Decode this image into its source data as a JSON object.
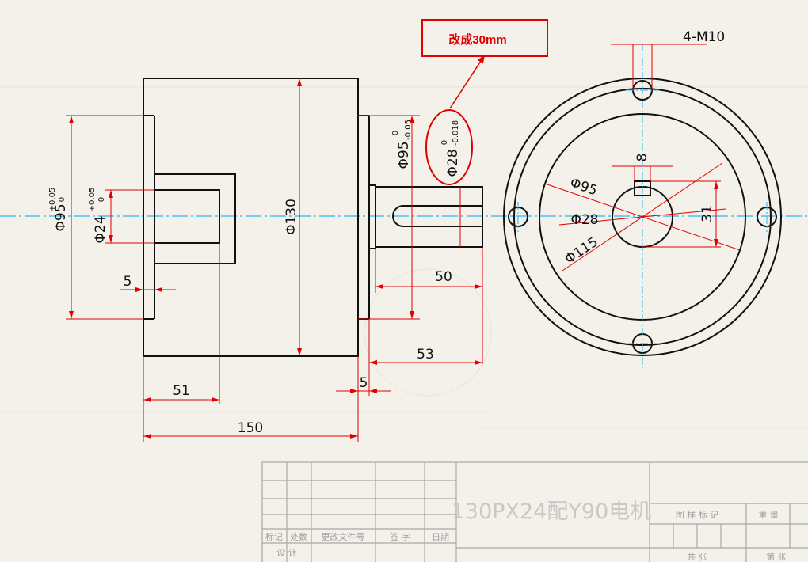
{
  "note": {
    "text": "改成30mm"
  },
  "dims": {
    "d95_left": "Φ95",
    "d95_left_tol_upper": "+0.05",
    "d95_left_tol_lower": "0",
    "d24": "Φ24",
    "d24_tol_upper": "+0.05",
    "d24_tol_lower": "0",
    "d130": "Φ130",
    "d95_right": "Φ95",
    "d95_right_tol_upper": "0",
    "d95_right_tol_lower": "-0.05",
    "d28_shaft": "Φ28",
    "d28_shaft_tol_upper": "0",
    "d28_shaft_tol_lower": "-0.018",
    "len_5_left": "5",
    "len_50": "50",
    "len_53": "53",
    "len_5_bottom": "5",
    "len_51": "51",
    "len_150": "150",
    "thread_4m10": "4-M10",
    "key_8": "8",
    "circle_95": "Φ95",
    "circle_28": "Φ28",
    "circle_115": "Φ115",
    "height_31": "31"
  },
  "title_block": {
    "title": "130PX24配Y90电机",
    "labels": [
      "标记",
      "处数",
      "更改文件号",
      "签 字",
      "日期"
    ],
    "design": "设 计",
    "drawing_mark": "图 样 标 记",
    "weight": "重 量",
    "sheets_total": "共 张",
    "sheet_no": "第 张"
  }
}
